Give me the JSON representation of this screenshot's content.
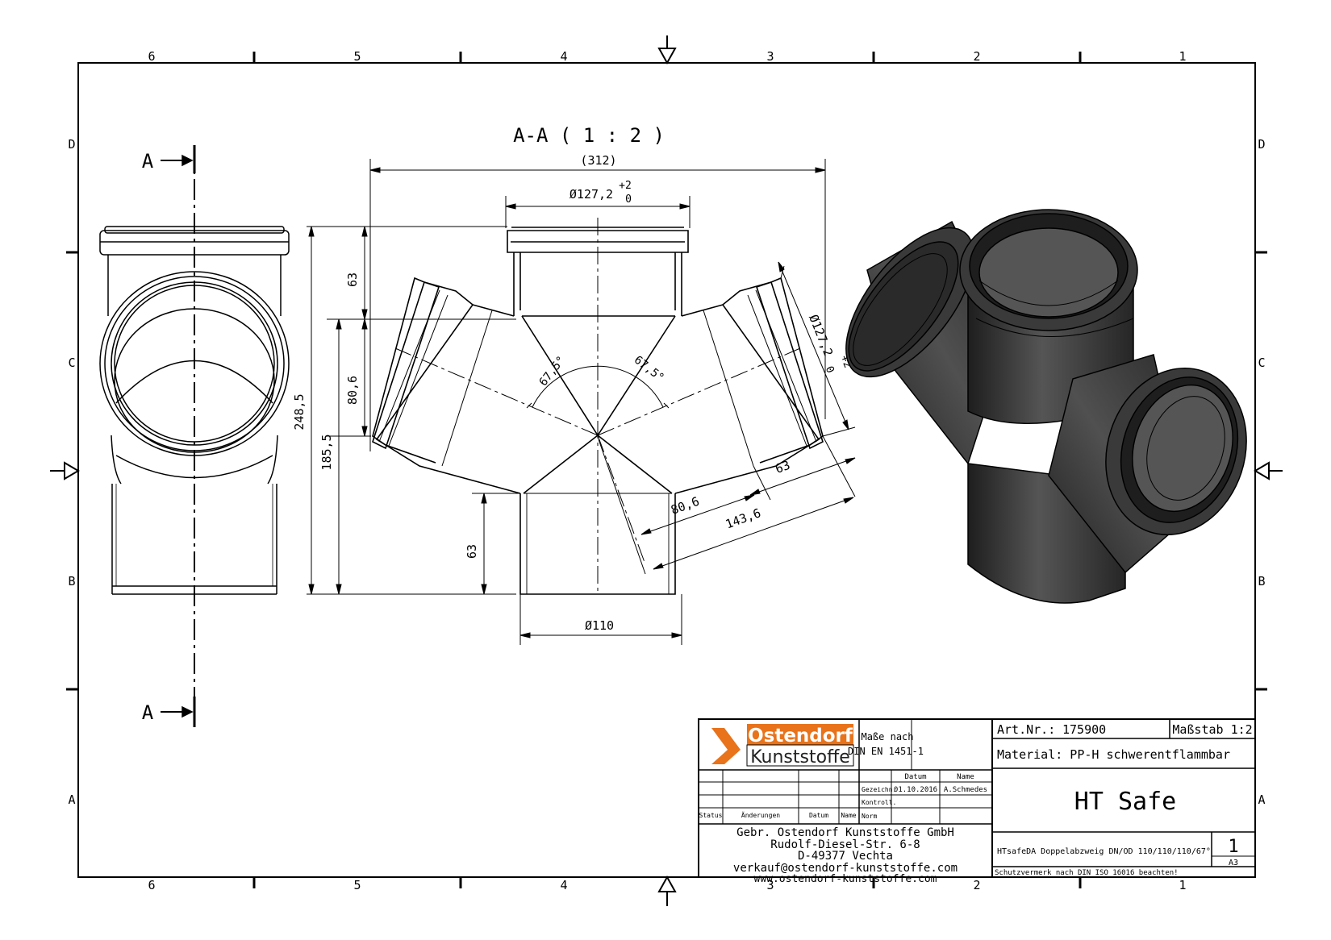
{
  "frame": {
    "columns": [
      "6",
      "5",
      "4",
      "3",
      "2",
      "1"
    ],
    "rows": [
      "D",
      "C",
      "B",
      "A"
    ]
  },
  "views": {
    "section_label": "A",
    "section_title": "A-A ( 1 : 2 )"
  },
  "dimensions": {
    "overall_width": "(312)",
    "socket_diameter_top": "Ø127,2",
    "tolerance_upper": "+2",
    "tolerance_lower": "0",
    "socket_diameter_side": "Ø127,2",
    "tolerance_side_upper": "+2",
    "tolerance_side_lower": "0",
    "socket_depth_top": "63",
    "center_height": "80,6",
    "total_height": "248,5",
    "lower_height": "185,5",
    "branch_socket_depth": "63",
    "branch_center": "80,6",
    "branch_length": "143,6",
    "spigot_length": "63",
    "spigot_diameter": "Ø110",
    "angle_left": "67,5°",
    "angle_right": "67,5°"
  },
  "title_block": {
    "logo_line1": "Ostendorf",
    "logo_line2": "Kunststoffe",
    "masse_nach_1": "Maße nach",
    "masse_nach_2": "DIN EN 1451-1",
    "col_datum": "Datum",
    "col_name": "Name",
    "row_gezeichn": "Gezeichn.",
    "row_gezeichn_date": "01.10.2016",
    "row_gezeichn_name": "A.Schmedes",
    "row_kontroll": "Kontroll.",
    "row_norm": "Norm",
    "hdr_status": "Status",
    "hdr_aenderungen": "Änderungen",
    "hdr_datum": "Datum",
    "hdr_name": "Name",
    "company": "Gebr. Ostendorf Kunststoffe GmbH",
    "street": "Rudolf-Diesel-Str. 6-8",
    "city": "D-49377 Vechta",
    "email": "verkauf@ostendorf-kunststoffe.com",
    "web": "www.ostendorf-kunststoffe.com",
    "art_nr_label": "Art.Nr.:",
    "art_nr": "175900",
    "scale_label": "Maßstab 1:2",
    "material": "Material: PP-H schwerentflammbar",
    "product": "HT Safe",
    "description": "HTsafeDA Doppelabzweig DN/OD 110/110/110/67°",
    "sheet_no": "1",
    "format": "A3",
    "protection": "Schutzvermerk nach DIN ISO 16016 beachten!"
  },
  "colors": {
    "line": "#000000",
    "logo_orange": "#e8731a",
    "part_dark": "#2b2b2b",
    "part_mid": "#4a4a4a",
    "part_light": "#6a6a6a"
  }
}
